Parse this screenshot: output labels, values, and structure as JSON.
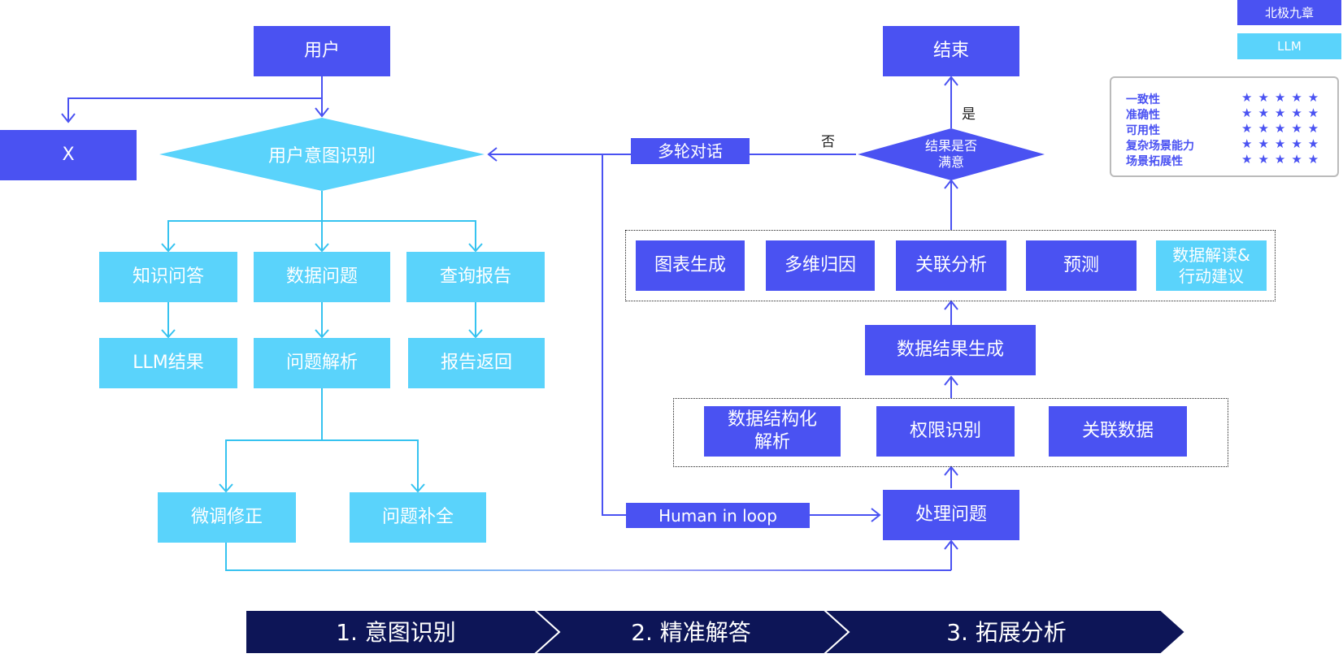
{
  "nodes": {
    "user": "用户",
    "x": "X",
    "intent": "用户意图识别",
    "knowledge_qa": "知识问答",
    "data_question": "数据问题",
    "query_report": "查询报告",
    "llm_result": "LLM结果",
    "question_parse": "问题解析",
    "report_return": "报告返回",
    "fine_tune": "微调修正",
    "question_complete": "问题补全",
    "multi_turn": "多轮对话",
    "no_label": "否",
    "yes_label": "是",
    "end": "结束",
    "satisfied_line1": "结果是否",
    "satisfied_line2": "满意",
    "chart_gen": "图表生成",
    "multi_dim": "多维归因",
    "correlation": "关联分析",
    "forecast": "预测",
    "interpret_line1": "数据解读&",
    "interpret_line2": "行动建议",
    "result_gen": "数据结果生成",
    "structured_line1": "数据结构化",
    "structured_line2": "解析",
    "permission": "权限识别",
    "related_data": "关联数据",
    "human_loop": "Human in loop",
    "process": "处理问题"
  },
  "legend": {
    "key_dark": "北极九章",
    "key_light": "LLM",
    "rows": [
      {
        "name": "一致性",
        "stars": "★★★★★"
      },
      {
        "name": "准确性",
        "stars": "★★★★★"
      },
      {
        "name": "可用性",
        "stars": "★★★★★"
      },
      {
        "name": "复杂场景能力",
        "stars": "★★★★★"
      },
      {
        "name": "场景拓展性",
        "stars": "★★★★★"
      }
    ]
  },
  "steps": [
    "1. 意图识别",
    "2. 精准解答",
    "3. 拓展分析"
  ],
  "colors": {
    "dark": "#4a52f2",
    "light": "#5ad3fb",
    "navy": "#0d1557",
    "connector_light": "#36c3f0",
    "connector_dark": "#4a52f2"
  }
}
